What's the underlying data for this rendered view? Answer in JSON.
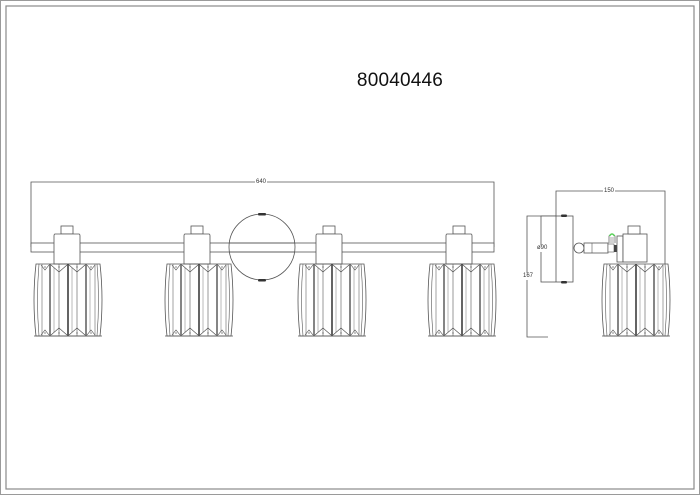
{
  "drawing": {
    "product_code": "80040446",
    "colors": {
      "line": "#555555",
      "dark_line": "#333333",
      "border": "#9a9a9a",
      "accent_green": "#5fd35f"
    },
    "front_view": {
      "width_dimension": "640",
      "spot_count": 4
    },
    "side_view": {
      "depth_dimension": "150",
      "base_diameter": "ø90",
      "height_dimension": "167"
    }
  }
}
